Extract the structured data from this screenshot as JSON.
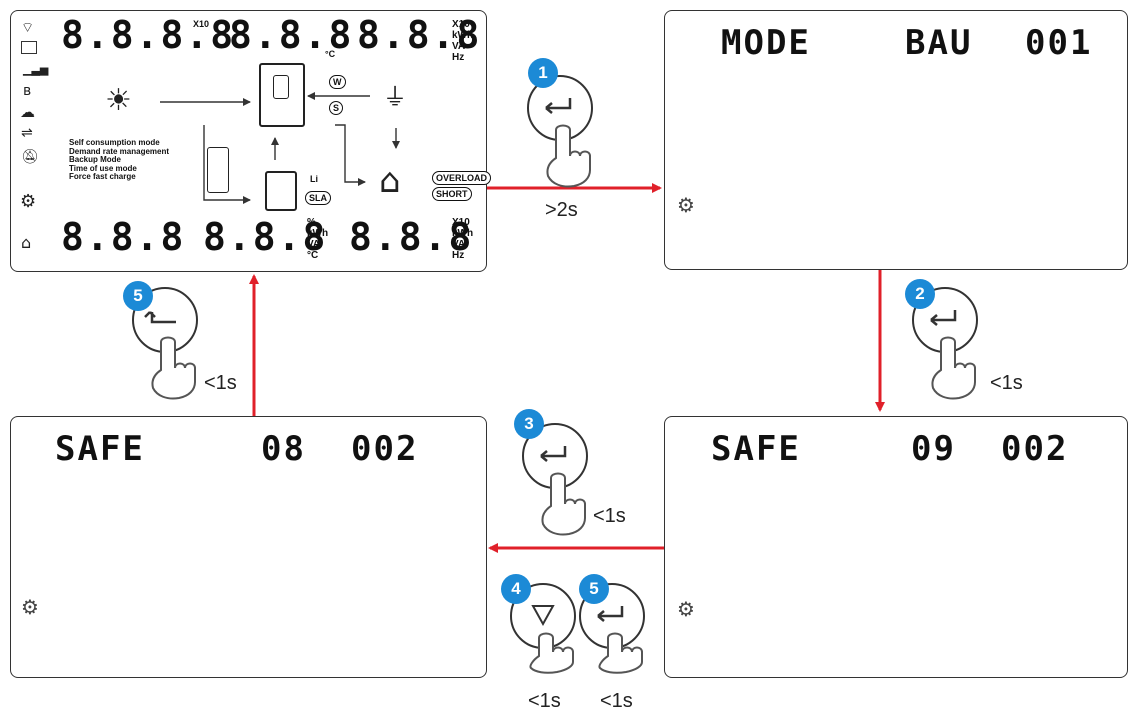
{
  "main_display": {
    "top_row": [
      "8.8.8.8",
      "8.8.8",
      "8.8.8"
    ],
    "top_x10": "X10",
    "top_celsius": "°C",
    "top_right_units": [
      "X10",
      "kWh",
      "VA",
      "Hz"
    ],
    "bottom_row": [
      "8.8.8",
      "8.8.8",
      "8.8.8"
    ],
    "bottom_mid_units": [
      "%",
      "kWh",
      "VA",
      "°C"
    ],
    "bottom_right_units": [
      "X10",
      "kWh",
      "VA",
      "Hz"
    ],
    "modes": [
      "Self consumption mode",
      "Demand rate management",
      "Backup Mode",
      "Time of use mode",
      "Force fast charge"
    ],
    "battery_types": [
      "Li",
      "SLA"
    ],
    "status_badges": [
      "OVERLOAD",
      "SHORT"
    ],
    "grid_badges": [
      "W",
      "S"
    ]
  },
  "screens": {
    "mode_screen": [
      "MODE",
      "BAU",
      "001"
    ],
    "safe_screen_right": [
      "SAFE",
      "09",
      "002"
    ],
    "safe_screen_left": [
      "SAFE",
      "08",
      "002"
    ]
  },
  "steps": [
    {
      "number": "1",
      "button": "enter",
      "timing": ">2s"
    },
    {
      "number": "2",
      "button": "enter",
      "timing": "<1s"
    },
    {
      "number": "3",
      "button": "enter",
      "timing": "<1s"
    },
    {
      "number": "4",
      "button": "down",
      "timing": "<1s"
    },
    {
      "number": "5",
      "button": "enter",
      "timing": "<1s"
    },
    {
      "number": "5",
      "button": "back",
      "timing": "<1s"
    }
  ],
  "colors": {
    "arrow": "#e0202a",
    "badge": "#1c8ad6",
    "frame": "#333333"
  },
  "icons": [
    "wifi-icon",
    "ethernet-icon",
    "signal-icon",
    "bluetooth-icon",
    "cloud-icon",
    "usb-icon",
    "bell-off-icon",
    "gear-icon",
    "battery-charge-icon",
    "solar-icon",
    "inverter-icon",
    "grid-plug-icon",
    "house-icon",
    "battery-icon",
    "meter-icon",
    "hand-press-icon",
    "enter-icon",
    "back-icon",
    "down-triangle-icon"
  ]
}
